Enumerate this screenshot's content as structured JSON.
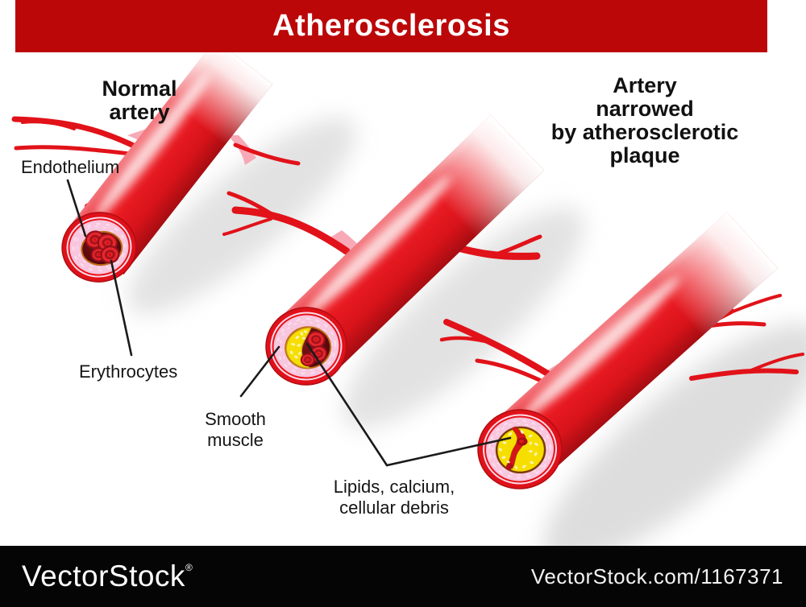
{
  "banner": {
    "title": "Atherosclerosis",
    "bg_color": "#bb0708",
    "text_color": "#ffffff"
  },
  "headings": {
    "left": "Normal\nartery",
    "right": "Artery\nnarrowed\nby atherosclerotic\nplaque"
  },
  "labels": {
    "endothelium": "Endothelium",
    "erythrocytes": "Erythrocytes",
    "smooth_muscle": "Smooth\nmuscle",
    "lipids": "Lipids, calcium,\ncellular debris"
  },
  "watermark": {
    "logo": "VectorStock",
    "registered_mark": "®",
    "credit": "VectorStock.com/1167371",
    "bar_color": "#050505"
  },
  "colors": {
    "artery_red": "#ec1c24",
    "artery_dark_red": "#a50d12",
    "branch_pink": "#f7a9b6",
    "wall_pink": "#f8c6de",
    "wall_texture_pink": "#fbdcec",
    "pale_ring": "#fbdce9",
    "lumen_dark": "#55090d",
    "lumen_rim_orange": "#c06c16",
    "plaque_yellow": "#f6df00",
    "plaque_speckle": "#fcf2b4",
    "plaque_rim_brown": "#7c3c0a",
    "erythrocyte_red": "#e8262e",
    "erythrocyte_outline": "#96101a",
    "leader_line": "#1a1a1a",
    "shadow_gray": "#c6c6c6"
  }
}
